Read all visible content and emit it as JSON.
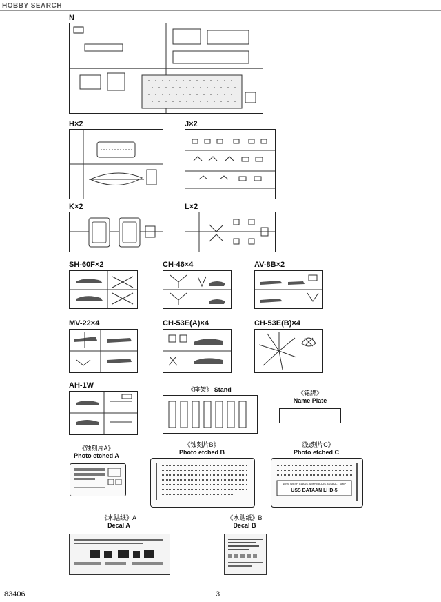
{
  "watermark": "HOBBY SEARCH",
  "sections": {
    "n": "N",
    "h": "H×2",
    "j": "J×2",
    "k": "K×2",
    "l": "L×2",
    "sh60f": "SH-60F×2",
    "ch46": "CH-46×4",
    "av8b": "AV-8B×2",
    "mv22": "MV-22×4",
    "ch53ea": "CH-53E(A)×4",
    "ch53eb": "CH-53E(B)×4",
    "ah1w": "AH-1W"
  },
  "stand": {
    "cn": "《座架》",
    "en": "Stand"
  },
  "nameplate": {
    "cn": "《铭牌》",
    "en": "Name Plate"
  },
  "etched_a": {
    "cn": "《蚀刻片A》",
    "en": "Photo etched A"
  },
  "etched_b": {
    "cn": "《蚀刻片B》",
    "en": "Photo etched B"
  },
  "etched_c": {
    "cn": "《蚀刻片C》",
    "en": "Photo etched C",
    "plate_line1": "1/700 WASP CLASS AMPHIBIOUS ASSAULT SHIP",
    "plate_line2": "USS BATAAN  LHD-5"
  },
  "decal_a": {
    "cn": "《水贴纸》A",
    "en": "Decal A"
  },
  "decal_b": {
    "cn": "《水贴纸》B",
    "en": "Decal B"
  },
  "footer": {
    "code": "83406",
    "page": "3"
  }
}
